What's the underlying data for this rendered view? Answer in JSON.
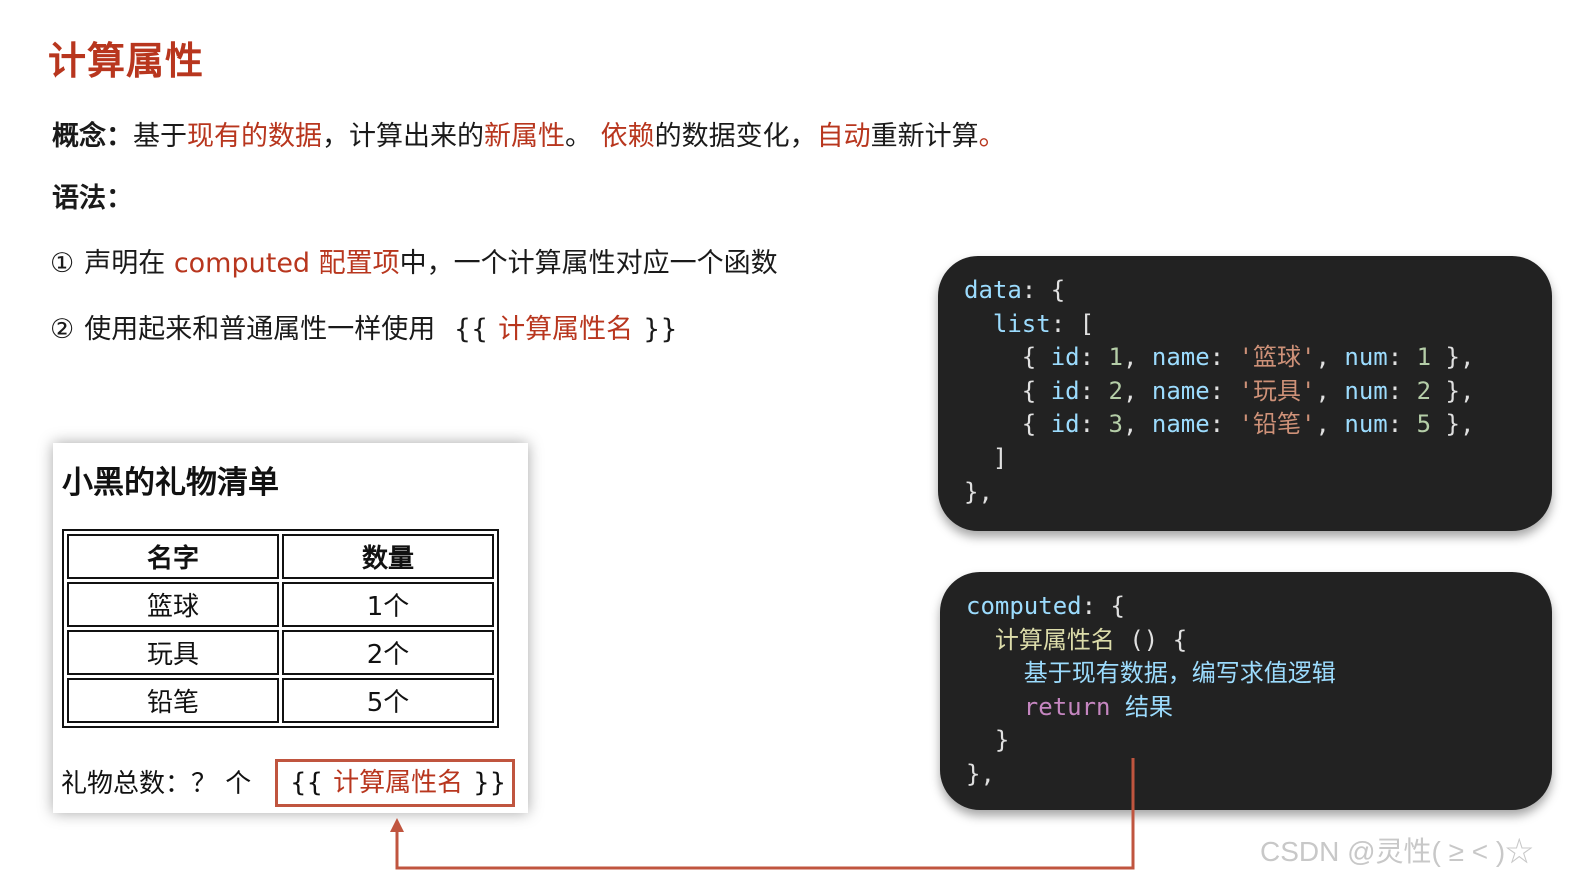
{
  "title": "计算属性",
  "concept": {
    "label": "概念：",
    "parts": [
      "基于",
      "现有的数据",
      "，计算出来的",
      "新属性",
      "。 ",
      "依赖",
      "的数据变化，",
      "自动",
      "重新计算",
      "。"
    ]
  },
  "syntax": {
    "label": "语法：",
    "rule1": {
      "num": "①",
      "pre": "声明在 ",
      "hl": "computed 配置项",
      "post": "中，一个计算属性对应一个函数"
    },
    "rule2": {
      "num": "②",
      "pre": "使用起来和普通属性一样使用 ",
      "open": "{{",
      "hl": "计算属性名",
      "close": "}}"
    }
  },
  "code_data": {
    "lines": {
      "l1": {
        "key": "data",
        "rest": ": {"
      },
      "l2": {
        "key": "  list",
        "rest": ": ["
      },
      "items": [
        {
          "id": "1",
          "name": "'篮球'",
          "num": "1"
        },
        {
          "id": "2",
          "name": "'玩具'",
          "num": "2"
        },
        {
          "id": "3",
          "name": "'铅笔'",
          "num": "5"
        }
      ],
      "l6": "  ]",
      "l7": "},"
    }
  },
  "code_computed": {
    "l1_key": "computed",
    "l1_rest": ": {",
    "l2_fn": "计算属性名",
    "l2_rest": " () {",
    "l3": "基于现有数据，编写求值逻辑",
    "l4_kw": "return",
    "l4_val": " 结果",
    "l5": "  }",
    "l6": "},"
  },
  "gift_card": {
    "title": "小黑的礼物清单",
    "headers": [
      "名字",
      "数量"
    ],
    "rows": [
      [
        "篮球",
        "1个"
      ],
      [
        "玩具",
        "2个"
      ],
      [
        "铅笔",
        "5个"
      ]
    ],
    "total_label": "礼物总数：？ 个",
    "total_open": "{{",
    "total_hl": "计算属性名",
    "total_close": "}}"
  },
  "colors": {
    "accent_red": "#b8361e",
    "code_bg": "#222222",
    "connector": "#c0553f"
  },
  "watermark": "CSDN @灵性( ≥ < )☆"
}
